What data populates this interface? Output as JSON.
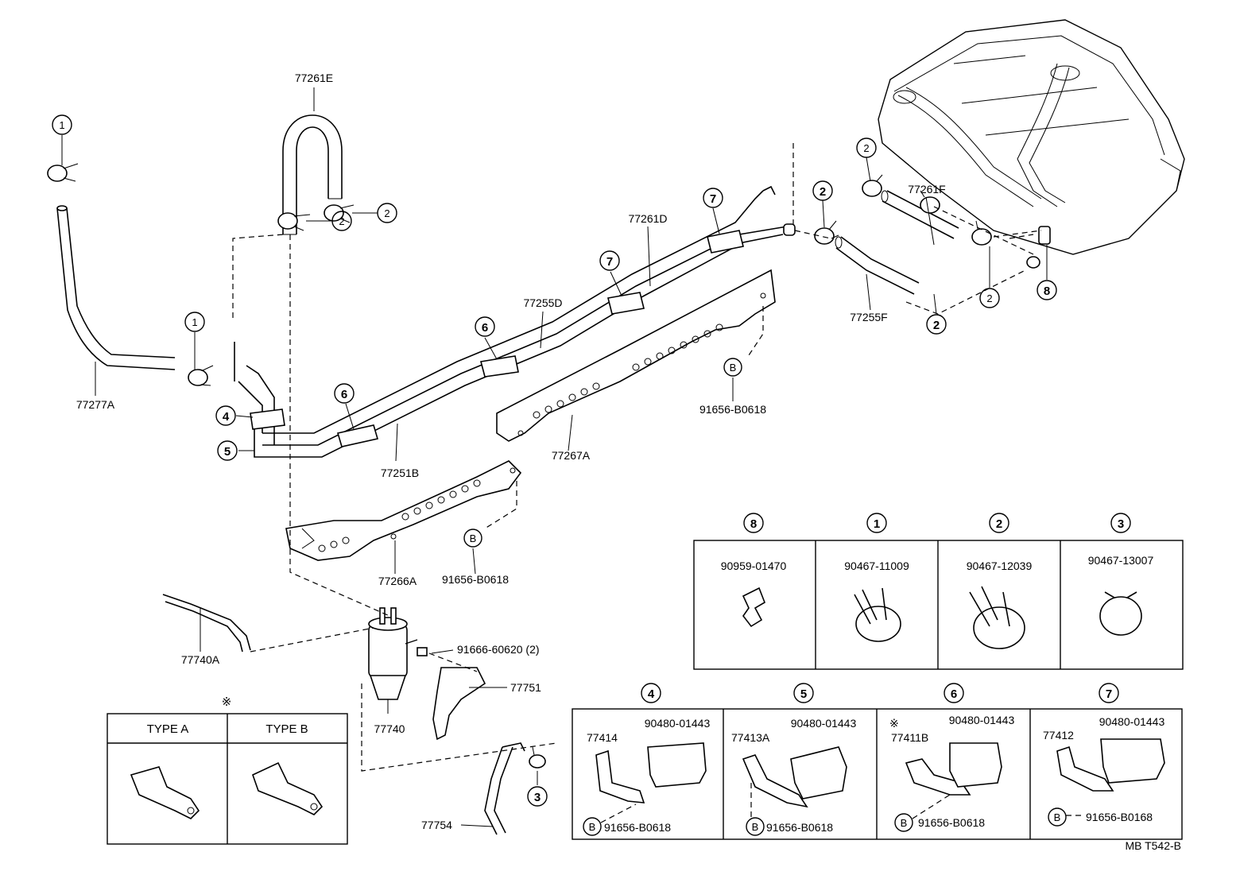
{
  "diagram": {
    "code": "MB T542-B",
    "mark": "※",
    "callouts": {
      "c1": "1",
      "c2": "2",
      "c3": "3",
      "c4": "4",
      "c5": "5",
      "c6": "6",
      "c7": "7",
      "c8": "8",
      "b": "B"
    },
    "parts": {
      "p77261E": "77261E",
      "p77277A": "77277A",
      "p77261D": "77261D",
      "p77255D": "77255D",
      "p77251B": "77251B",
      "p77267A": "77267A",
      "p77266A": "77266A",
      "p77261F": "77261F",
      "p77255F": "77255F",
      "p77740A": "77740A",
      "p77740": "77740",
      "p77751": "77751",
      "p77754": "77754",
      "bolt_main": "91656-B0618",
      "bolt_lower": "91656-B0618",
      "screw": "91666-60620 (2)"
    },
    "clamp_table": [
      {
        "callout": "8",
        "part": "90959-01470"
      },
      {
        "callout": "1",
        "part": "90467-11009"
      },
      {
        "callout": "2",
        "part": "90467-12039"
      },
      {
        "callout": "3",
        "part": "90467-13007"
      }
    ],
    "clip_table": [
      {
        "callout": "4",
        "bracket": "77414",
        "clamp": "90480-01443",
        "bolt": "91656-B0618",
        "mark": ""
      },
      {
        "callout": "5",
        "bracket": "77413A",
        "clamp": "90480-01443",
        "bolt": "91656-B0618",
        "mark": ""
      },
      {
        "callout": "6",
        "bracket": "77411B",
        "clamp": "90480-01443",
        "bolt": "91656-B0618",
        "mark": "※"
      },
      {
        "callout": "7",
        "bracket": "77412",
        "clamp": "90480-01443",
        "bolt": "91656-B0168",
        "mark": ""
      }
    ],
    "type_table": {
      "type_a": "TYPE A",
      "type_b": "TYPE B"
    }
  }
}
